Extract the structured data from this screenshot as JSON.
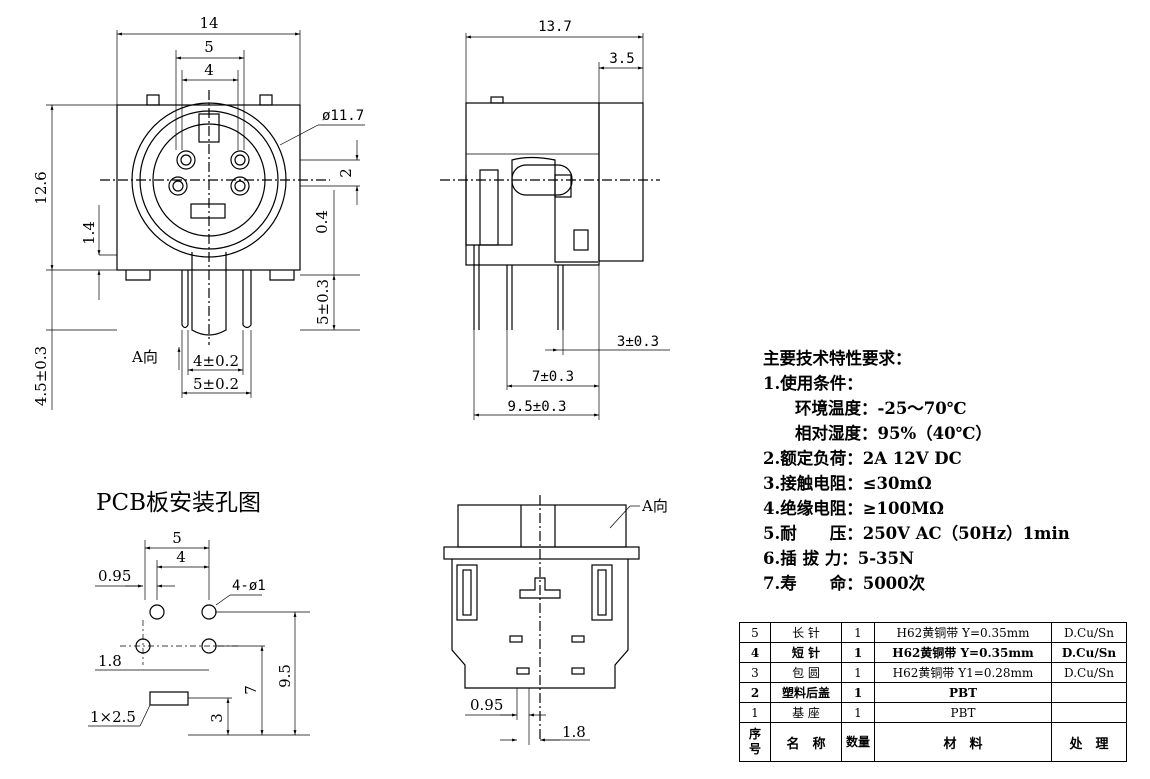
{
  "front_view": {
    "dims": {
      "width": "14",
      "pin_outer": "5",
      "pin_inner": "4",
      "diameter": "ø11.7",
      "height": "12.6",
      "offset_2": "2",
      "offset_04": "0.4",
      "offset_14": "1.4",
      "leg_len": "5±0.3",
      "leg_below": "4.5±0.3",
      "pin_4": "4±0.2",
      "pin_5": "5±0.2"
    },
    "view_a_label": "A向"
  },
  "side_view": {
    "dims": {
      "depth": "13.7",
      "front": "3.5",
      "pin_3": "3±0.3",
      "pin_7": "7±0.3",
      "pin_95": "9.5±0.3"
    }
  },
  "pcb": {
    "title": "PCB板安装孔图",
    "dims": {
      "d5": "5",
      "d4": "4",
      "d095": "0.95",
      "holes": "4-ø1",
      "d18": "1.8",
      "d95": "9.5",
      "d7": "7",
      "d3": "3",
      "slot": "1×2.5"
    }
  },
  "bottom_view": {
    "view_a_label": "A向",
    "dims": {
      "d095": "0.95",
      "d18": "1.8"
    }
  },
  "spec": {
    "title": "主要技术特性要求：",
    "l1": "1.使用条件：",
    "l1a": "环境温度：-25～70℃",
    "l1b": "相对湿度：95%（40℃）",
    "l2": "2.额定负荷：2A 12V DC",
    "l3": "3.接触电阻：≤30mΩ",
    "l4": "4.绝缘电阻：≥100MΩ",
    "l5": "5.耐　　压：250V AC（50Hz）1min",
    "l6": "6.插 拔 力：5-35N",
    "l7": "7.寿　　命：5000次"
  },
  "bom": {
    "rows": [
      [
        "5",
        "长 针",
        "1",
        "H62黄铜带 Y=0.35mm",
        "D.Cu/Sn"
      ],
      [
        "4",
        "短 针",
        "1",
        "H62黄铜带 Y=0.35mm",
        "D.Cu/Sn"
      ],
      [
        "3",
        "包 圆",
        "1",
        "H62黄铜带 Y1=0.28mm",
        "D.Cu/Sn"
      ],
      [
        "2",
        "塑料后盖",
        "1",
        "PBT",
        ""
      ],
      [
        "1",
        "基 座",
        "1",
        "PBT",
        ""
      ]
    ],
    "header": [
      "序号",
      "名　称",
      "数量",
      "材　料",
      "处　理"
    ]
  }
}
